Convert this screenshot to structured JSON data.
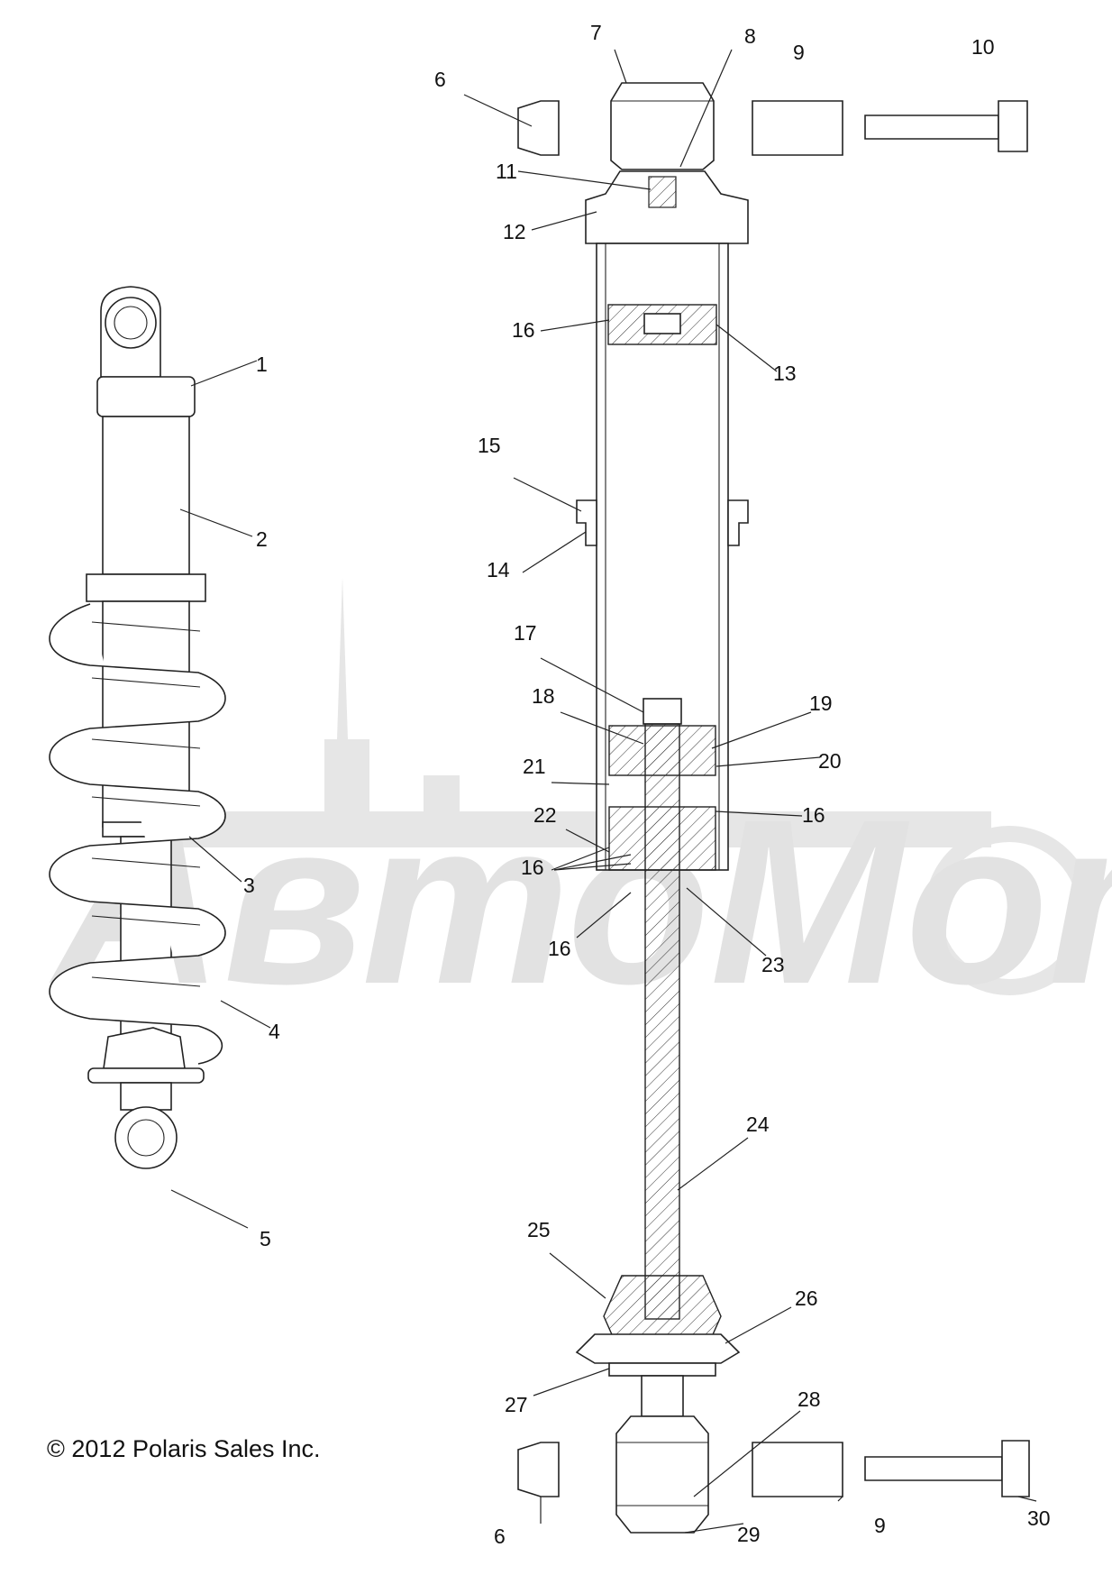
{
  "copyright": "© 2012 Polaris Sales Inc.",
  "watermark": "АвтоМото",
  "callouts": [
    "1",
    "2",
    "3",
    "4",
    "5",
    "6",
    "7",
    "8",
    "9",
    "10",
    "11",
    "12",
    "16",
    "13",
    "15",
    "14",
    "17",
    "18",
    "19",
    "21",
    "20",
    "22",
    "16",
    "16",
    "16",
    "23",
    "24",
    "25",
    "26",
    "27",
    "28",
    "6",
    "29",
    "9",
    "30"
  ]
}
